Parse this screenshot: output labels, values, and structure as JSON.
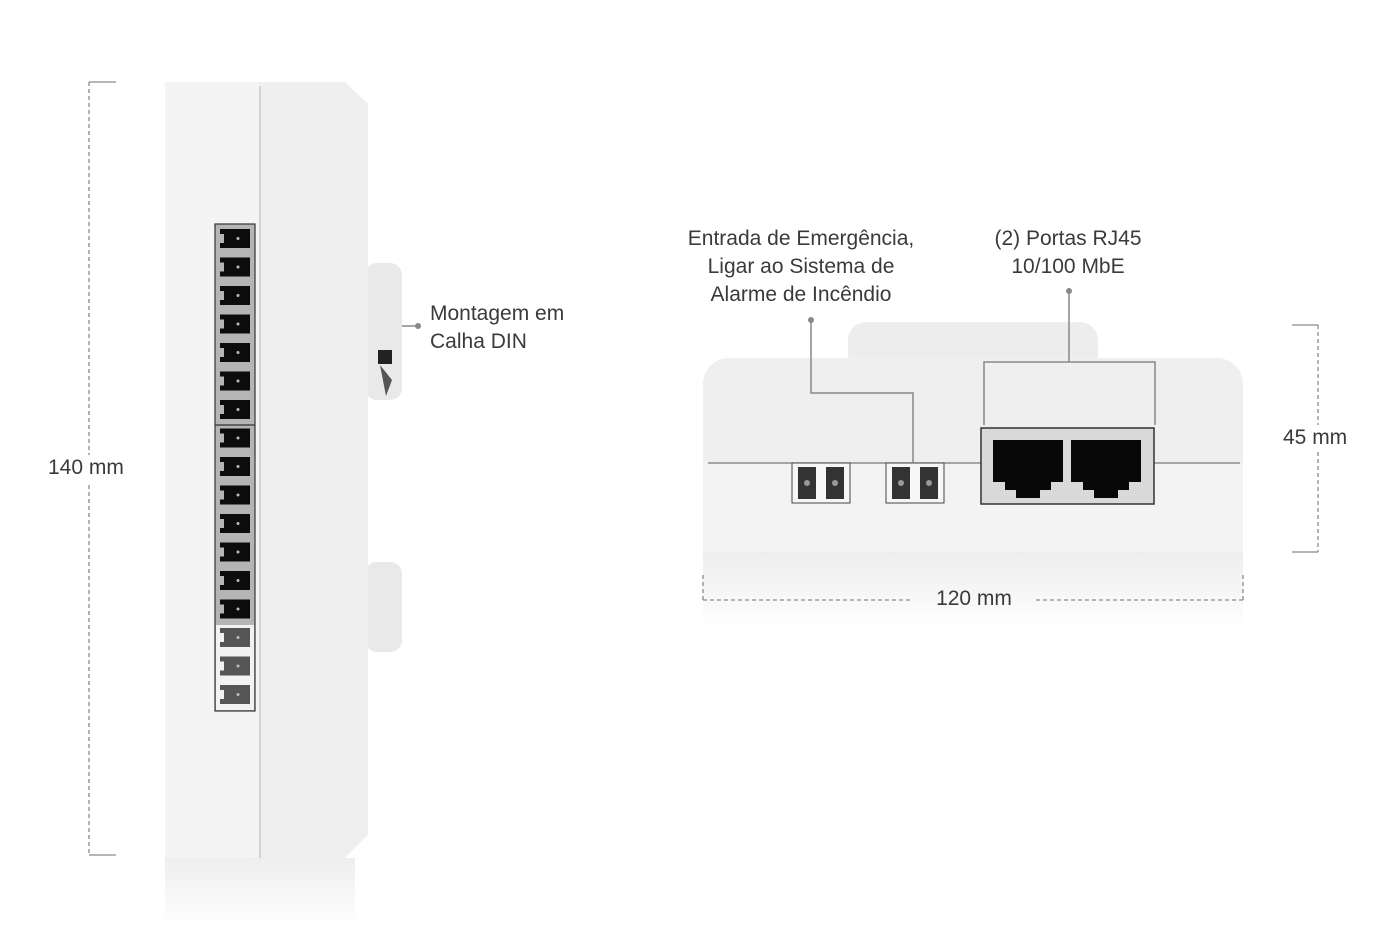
{
  "side_view": {
    "height_label": "140 mm",
    "din_label": "Montagem em\nCalha DIN"
  },
  "front_view": {
    "emergency_label": "Entrada de Emergência,\nLigar ao Sistema de\nAlarme de Incêndio",
    "rj45_label": "(2) Portas RJ45\n10/100 MbE",
    "depth_label": "45 mm",
    "width_label": "120 mm"
  },
  "colors": {
    "body": "#f0f0f0",
    "body_shade": "#e6e6e6",
    "terminal_block": "#b5b5b5",
    "port": "#0a0a0a",
    "dimension_line": "#8a8a8a",
    "text": "#3a3a3a"
  }
}
